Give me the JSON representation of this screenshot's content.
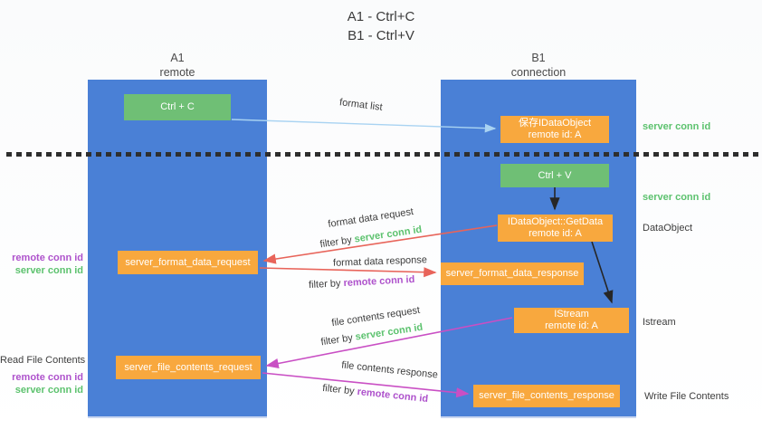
{
  "title": {
    "line1": "A1 - Ctrl+C",
    "line2": "B1 - Ctrl+V"
  },
  "columns": {
    "left": {
      "id": "A1",
      "role": "remote"
    },
    "right": {
      "id": "B1",
      "role": "connection"
    }
  },
  "nodes": {
    "ctrl_c": {
      "label": "Ctrl + C"
    },
    "ctrl_v": {
      "label": "Ctrl + V"
    },
    "save_idataobject": {
      "line1": "保存IDataObject",
      "line2": "remote id: A"
    },
    "getdata": {
      "line1": "IDataObject::GetData",
      "line2": "remote id: A"
    },
    "istream": {
      "line1": "IStream",
      "line2": "remote id: A"
    },
    "format_request": {
      "label": "server_format_data_request"
    },
    "format_response": {
      "label": "server_format_data_response"
    },
    "file_request": {
      "label": "server_file_contents_request"
    },
    "file_response": {
      "label": "server_file_contents_response"
    }
  },
  "edge_labels": {
    "format_list": "format list",
    "format_data_request": "format data request",
    "format_data_response": "format data response",
    "file_contents_request": "file contents request",
    "file_contents_response": "file contents response",
    "filter_by_prefix": "filter by ",
    "server_conn_id": "server conn id",
    "remote_conn_id": "remote conn id"
  },
  "side_labels": {
    "server_conn_id": "server conn id",
    "remote_conn_id": "remote conn id",
    "dataobject": "DataObject",
    "istream": "Istream",
    "read_file_contents": "Read File Contents",
    "write_file_contents": "Write File Contents"
  },
  "colors": {
    "column_blue": "#4A80D6",
    "box_green": "#6FBF75",
    "box_orange": "#F8A83E",
    "green_text": "#5CC26E",
    "purple_text": "#AE52CC",
    "arrow_lightblue": "#A9D3F2",
    "arrow_red": "#E8645A",
    "arrow_magenta": "#C94FC4",
    "arrow_black": "#262626"
  }
}
